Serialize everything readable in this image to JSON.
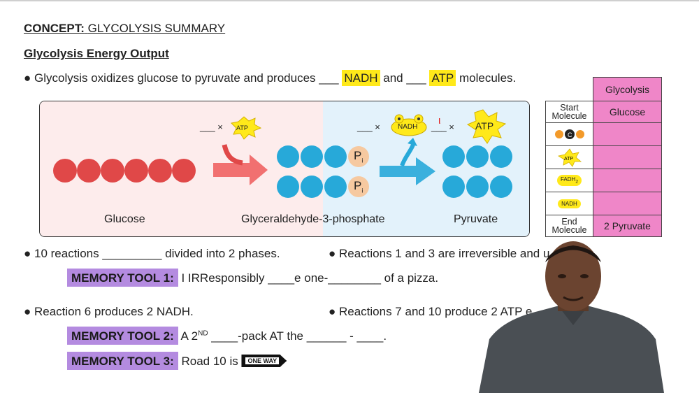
{
  "header": {
    "concept_prefix": "CONCEPT:",
    "concept_title": "GLYCOLYSIS SUMMARY",
    "subtitle": "Glycolysis Energy Output"
  },
  "bullet1": {
    "text_a": "● Glycolysis oxidizes glucose to pyruvate and produces ___",
    "nadh": "NADH",
    "text_b": "and ___",
    "atp": "ATP",
    "text_c": "molecules."
  },
  "diagram": {
    "glucose_label": "Glucose",
    "g3p_label": "Glyceraldehyde-3-phosphate",
    "pyruvate_label": "Pyruvate",
    "phosphate_symbol": "P",
    "phosphate_sub": "i",
    "atp_in_blank": "___ ×",
    "atp_in_label": "ATP",
    "nadh_blank": "___ ×",
    "nadh_label": "NADH",
    "nadh_annotation": "ι",
    "atp_out_blank": "___ ×",
    "atp_out_label": "ATP"
  },
  "table": {
    "header": "Glycolysis",
    "start_label": "Start Molecule",
    "start_value": "Glucose",
    "atp_label": "ATP",
    "fadh_label": "FADH",
    "fadh_sub": "2",
    "nadh_label": "NADH",
    "end_label": "End Molecule",
    "end_value": "2 Pyruvate",
    "c_label": "C"
  },
  "notes": {
    "reactions_text": "● 10 reactions _________ divided into 2 phases.",
    "irreversible_text": "● Reactions 1 and 3 are irreversible and u",
    "mem1_label": "MEMORY TOOL 1:",
    "mem1_text": "I IRResponsibly ____e one-________ of a pizza.",
    "reaction6_text": "● Reaction 6 produces 2 NADH.",
    "reaction710_text": "● Reactions 7 and 10 produce 2 ATP e",
    "mem2_label": "MEMORY TOOL 2:",
    "mem2_text_a": "A 2",
    "mem2_sup": "ND",
    "mem2_text_b": " ____-pack AT the ______ - ____.",
    "mem3_label": "MEMORY TOOL 3:",
    "mem3_text": "Road 10 is",
    "one_way": "ONE WAY"
  },
  "colors": {
    "highlight": "#ffe91a",
    "memory_tool": "#b48be0",
    "table_pink": "#ef86c8",
    "glucose_red": "#e04848",
    "blue_circle": "#27a9d9",
    "phosphate": "#f6c9a0"
  }
}
